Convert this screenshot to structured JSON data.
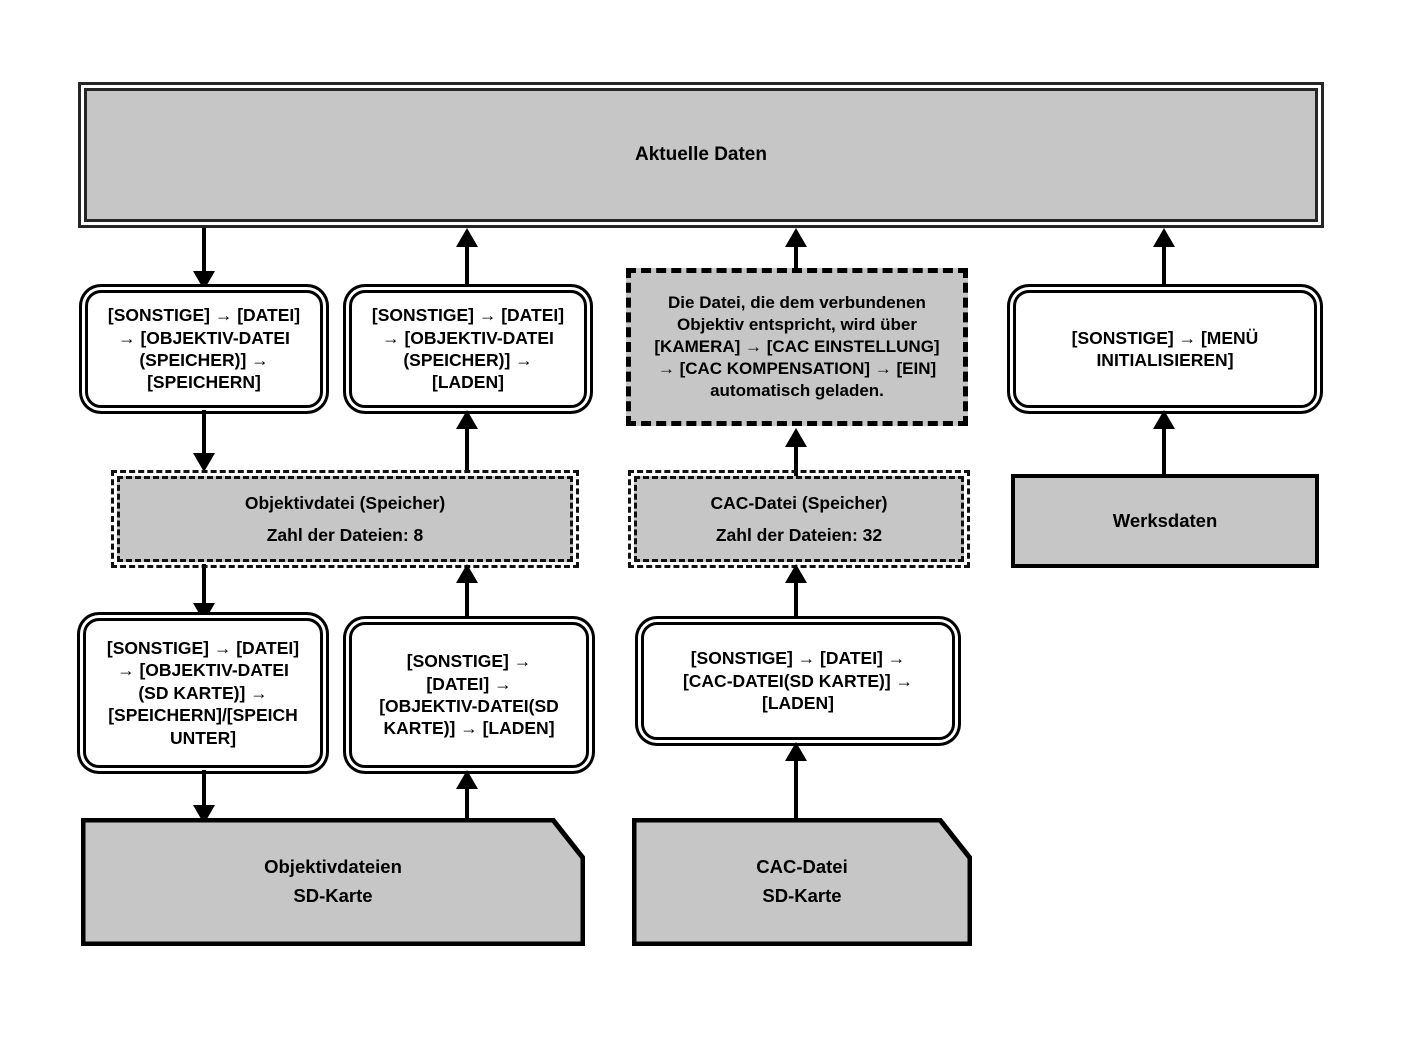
{
  "diagram": {
    "title": "Aktuelle Daten",
    "nodes": {
      "current_data": {
        "label": "Aktuelle Daten",
        "kind": "banner"
      },
      "lens_save_mem": {
        "label": "[SONSTIGE] → [DATEI]\n→ [OBJEKTIV-DATEI\n(SPEICHER)] →\n[SPEICHERN]",
        "kind": "menu-path"
      },
      "lens_load_mem": {
        "label": "[SONSTIGE] → [DATEI]\n→ [OBJEKTIV-DATEI\n(SPEICHER)] →\n[LADEN]",
        "kind": "menu-path"
      },
      "cac_auto_note": {
        "label": "Die Datei, die dem verbundenen\nObjektiv entspricht, wird über\n[KAMERA] → [CAC EINSTELLUNG]\n→ [CAC KOMPENSATION] → [EIN]\nautomatisch geladen.",
        "kind": "note"
      },
      "init_menu": {
        "label": "[SONSTIGE] → [MENÜ\nINITIALISIEREN]",
        "kind": "menu-path"
      },
      "lens_file_memory": {
        "line1": "Objektivdatei (Speicher)",
        "line2": "Zahl der Dateien: 8",
        "file_count": 8,
        "kind": "memory-store"
      },
      "cac_file_memory": {
        "line1": "CAC-Datei (Speicher)",
        "line2": "Zahl der Dateien: 32",
        "file_count": 32,
        "kind": "memory-store"
      },
      "factory_data": {
        "label": "Werksdaten",
        "kind": "solid"
      },
      "lens_save_sd": {
        "label": "[SONSTIGE] → [DATEI]\n→ [OBJEKTIV-DATEI\n(SD KARTE)] →\n[SPEICHERN]/[SPEICH\nUNTER]",
        "kind": "menu-path"
      },
      "lens_load_sd": {
        "label": "[SONSTIGE] →\n[DATEI] →\n[OBJEKTIV-DATEI(SD\nKARTE)] → [LADEN]",
        "kind": "menu-path"
      },
      "cac_load_sd": {
        "label": "[SONSTIGE] → [DATEI] →\n[CAC-DATEI(SD KARTE)] →\n[LADEN]",
        "kind": "menu-path"
      },
      "lens_sd_card": {
        "label": "Objektivdateien\nSD-Karte",
        "kind": "sd-card"
      },
      "cac_sd_card": {
        "label": "CAC-Datei\nSD-Karte",
        "kind": "sd-card"
      }
    },
    "colors": {
      "fill_gray": "#c6c6c6",
      "fill_white": "#ffffff",
      "stroke_black": "#000000",
      "stroke_banner": "#262626",
      "background": "#ffffff"
    }
  }
}
